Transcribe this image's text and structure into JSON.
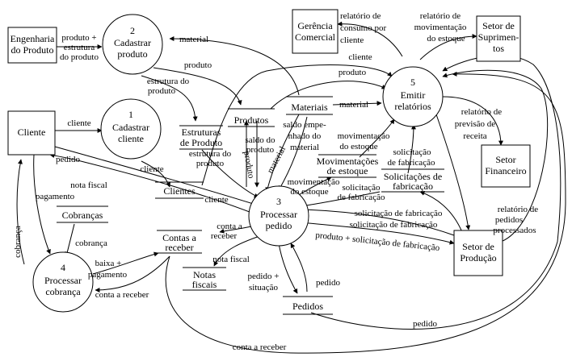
{
  "diagram": {
    "entities": [
      {
        "id": "engenharia",
        "lines": [
          "Engenharia",
          "do Produto"
        ]
      },
      {
        "id": "cliente",
        "lines": [
          "Cliente"
        ]
      },
      {
        "id": "gerencia",
        "lines": [
          "Gerência",
          "Comercial"
        ]
      },
      {
        "id": "suprimentos",
        "lines": [
          "Setor de",
          "Suprimen-",
          "tos"
        ]
      },
      {
        "id": "financeiro",
        "lines": [
          "Setor",
          "Financeiro"
        ]
      },
      {
        "id": "producao",
        "lines": [
          "Setor de",
          "Produção"
        ]
      }
    ],
    "processes": [
      {
        "id": "p1",
        "number": "1",
        "lines": [
          "Cadastrar",
          "cliente"
        ]
      },
      {
        "id": "p2",
        "number": "2",
        "lines": [
          "Cadastrar",
          "produto"
        ]
      },
      {
        "id": "p3",
        "number": "3",
        "lines": [
          "Processar",
          "pedido"
        ]
      },
      {
        "id": "p4",
        "number": "4",
        "lines": [
          "Processar",
          "cobrança"
        ]
      },
      {
        "id": "p5",
        "number": "5",
        "lines": [
          "Emitir",
          "relatórios"
        ]
      }
    ],
    "stores": [
      {
        "id": "estruturas",
        "lines": [
          "Estruturas",
          "de Produto"
        ]
      },
      {
        "id": "produtos",
        "lines": [
          "Produtos"
        ]
      },
      {
        "id": "materiais",
        "lines": [
          "Materiais"
        ]
      },
      {
        "id": "movimentacoes",
        "lines": [
          "Movimentações",
          "de estoque"
        ]
      },
      {
        "id": "solicitacoes",
        "lines": [
          "Solicitações de",
          "fabricação"
        ]
      },
      {
        "id": "clientes",
        "lines": [
          "Clientes"
        ]
      },
      {
        "id": "cobrancas",
        "lines": [
          "Cobranças"
        ]
      },
      {
        "id": "contas",
        "lines": [
          "Contas a",
          "receber"
        ]
      },
      {
        "id": "notas",
        "lines": [
          "Notas",
          "fiscais"
        ]
      },
      {
        "id": "pedidos",
        "lines": [
          "Pedidos"
        ]
      }
    ],
    "flows": [
      {
        "id": "f-prod-estr",
        "lines": [
          "produto +",
          "estrutura",
          "do produto"
        ]
      },
      {
        "id": "f-material-top",
        "lines": [
          "material"
        ]
      },
      {
        "id": "f-produto-p2",
        "lines": [
          "produto"
        ]
      },
      {
        "id": "f-estrutura",
        "lines": [
          "estrutura do",
          "produto"
        ]
      },
      {
        "id": "f-rel-consumo",
        "lines": [
          "relatório de",
          "consumo por",
          "cliente"
        ]
      },
      {
        "id": "f-rel-mov",
        "lines": [
          "relatório de",
          "movimentação",
          "do estoque"
        ]
      },
      {
        "id": "f-cliente-p5",
        "lines": [
          "cliente"
        ]
      },
      {
        "id": "f-produto-p5",
        "lines": [
          "produto"
        ]
      },
      {
        "id": "f-material-p5",
        "lines": [
          "material"
        ]
      },
      {
        "id": "f-cliente-p1",
        "lines": [
          "cliente"
        ]
      },
      {
        "id": "f-cliente-clientes",
        "lines": [
          "cliente"
        ]
      },
      {
        "id": "f-estrutura2",
        "lines": [
          "estrutura do",
          "produto"
        ]
      },
      {
        "id": "f-saldo-prod",
        "lines": [
          "saldo do",
          "produto"
        ]
      },
      {
        "id": "f-produto-v",
        "lines": [
          "produto"
        ]
      },
      {
        "id": "f-material-d",
        "lines": [
          "material"
        ]
      },
      {
        "id": "f-saldo-emp",
        "lines": [
          "saldo empe-",
          "nhado do",
          "material"
        ]
      },
      {
        "id": "f-mov-est1",
        "lines": [
          "movimentação",
          "do estoque"
        ]
      },
      {
        "id": "f-sol-fab1",
        "lines": [
          "solicitação",
          "de fabricação"
        ]
      },
      {
        "id": "f-mov-est2",
        "lines": [
          "movimentação",
          "do estoque"
        ]
      },
      {
        "id": "f-sol-fab2",
        "lines": [
          "solicitação",
          "de fabricação"
        ]
      },
      {
        "id": "f-rel-prev",
        "lines": [
          "relatório de",
          "previsão de",
          "receita"
        ]
      },
      {
        "id": "f-rel-ped",
        "lines": [
          "relatório de",
          "pedidos",
          "processados"
        ]
      },
      {
        "id": "f-sol-fab3",
        "lines": [
          "solicitação de fabricação"
        ]
      },
      {
        "id": "f-sol-fab4",
        "lines": [
          "solicitação de fabricação"
        ]
      },
      {
        "id": "f-prod-sol",
        "lines": [
          "produto + solicitação de fabricação"
        ]
      },
      {
        "id": "f-pedido-cli",
        "lines": [
          "pedido"
        ]
      },
      {
        "id": "f-nota-fiscal1",
        "lines": [
          "nota fiscal"
        ]
      },
      {
        "id": "f-pagamento1",
        "lines": [
          "pagamento"
        ]
      },
      {
        "id": "f-cliente-p3",
        "lines": [
          "cliente"
        ]
      },
      {
        "id": "f-conta-receber1",
        "lines": [
          "conta a",
          "receber"
        ]
      },
      {
        "id": "f-cobranca-v",
        "lines": [
          "cobrança"
        ]
      },
      {
        "id": "f-cobranca",
        "lines": [
          "cobrança"
        ]
      },
      {
        "id": "f-baixa",
        "lines": [
          "baixa +",
          "pagamento"
        ]
      },
      {
        "id": "f-conta-receber2",
        "lines": [
          "conta a receber"
        ]
      },
      {
        "id": "f-nota-fiscal2",
        "lines": [
          "nota fiscal"
        ]
      },
      {
        "id": "f-pedido-sit",
        "lines": [
          "pedido +",
          "situação"
        ]
      },
      {
        "id": "f-pedido-right",
        "lines": [
          "pedido"
        ]
      },
      {
        "id": "f-pedido-bottom",
        "lines": [
          "pedido"
        ]
      },
      {
        "id": "f-conta-receber3",
        "lines": [
          "conta a receber"
        ]
      }
    ]
  }
}
